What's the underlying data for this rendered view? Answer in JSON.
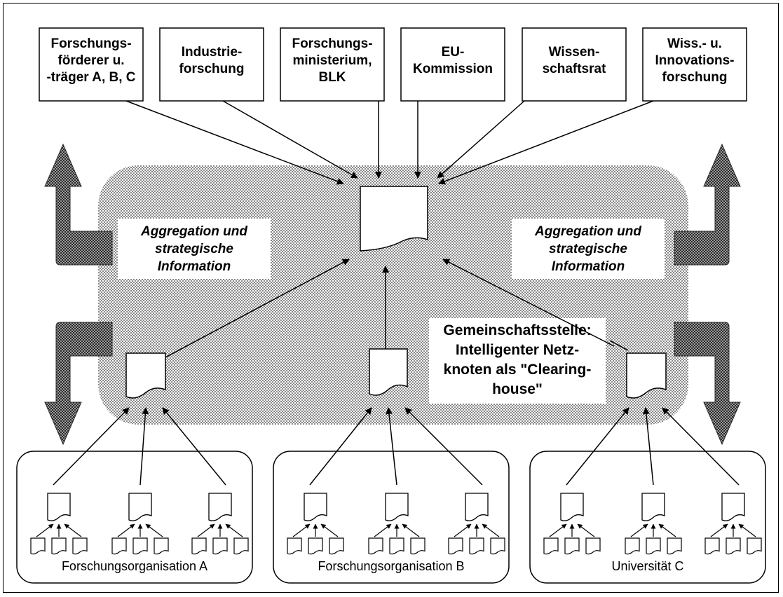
{
  "top_boxes": [
    {
      "lines": [
        "Forschungs-",
        "förderer u.",
        "-träger A, B, C"
      ]
    },
    {
      "lines": [
        "Industrie-",
        "forschung"
      ]
    },
    {
      "lines": [
        "Forschungs-",
        "ministerium,",
        "BLK"
      ]
    },
    {
      "lines": [
        "EU-",
        "Kommission"
      ]
    },
    {
      "lines": [
        "Wissen-",
        "schaftsrat"
      ]
    },
    {
      "lines": [
        "Wiss.- u.",
        "Innovations-",
        "forschung"
      ]
    }
  ],
  "side_labels": {
    "left": [
      "Aggregation und",
      "strategische",
      "Information"
    ],
    "right": [
      "Aggregation und",
      "strategische",
      "Information"
    ]
  },
  "callout": [
    "Gemeinschaftsstelle:",
    "Intelligenter Netz-",
    "knoten als \"Clearing-",
    "house\""
  ],
  "organisations": [
    "Forschungsorganisation A",
    "Forschungsorganisation B",
    "Universität C"
  ],
  "colors": {
    "line": "#000000",
    "background": "#ffffff",
    "cloud_dots": "#808080",
    "big_arrow": "#505050"
  }
}
